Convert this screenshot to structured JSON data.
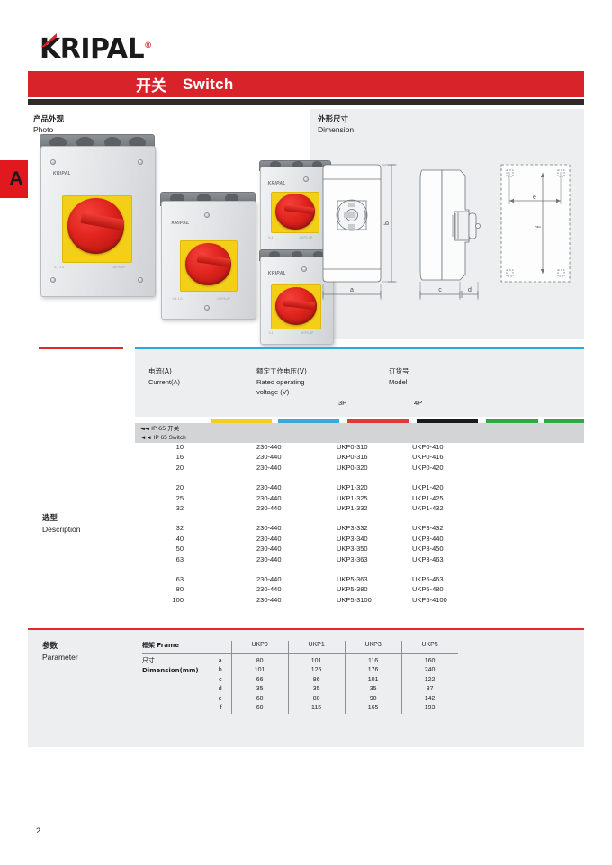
{
  "brand": {
    "name": "KRIPAL",
    "registered": "®"
  },
  "banner": {
    "title_cn": "开关",
    "title_en": "Switch"
  },
  "side_tab": {
    "label": "A"
  },
  "sections": {
    "photo": {
      "cn": "产品外观",
      "en": "Photo"
    },
    "dimension": {
      "cn": "外形尺寸",
      "en": "Dimension"
    },
    "description": {
      "cn": "选型",
      "en": "Description"
    },
    "parameter": {
      "cn": "参数",
      "en": "Parameter"
    }
  },
  "spec_table": {
    "headers": {
      "current_cn": "电流(A)",
      "current_en": "Current(A)",
      "voltage_cn": "额定工作电压(V)",
      "voltage_en_1": "Rated operating",
      "voltage_en_2": "voltage (V)",
      "model_cn": "订货号",
      "model_en": "Model",
      "pole_3p": "3P",
      "pole_4p": "4P"
    },
    "ip_band": {
      "cn": "◄◄ IP 65 开关",
      "en": "◄◄ IP 65 Switch"
    },
    "color_segments": [
      "#f2d022",
      "#3ba7e0",
      "#e03a3c",
      "#1a1a1a",
      "#2aa84a",
      "#2aa84a"
    ],
    "groups": [
      {
        "rows": [
          {
            "current": "10",
            "voltage": "230-440",
            "model_3p": "UKP0-310",
            "model_4p": "UKP0-410"
          },
          {
            "current": "16",
            "voltage": "230-440",
            "model_3p": "UKP0-316",
            "model_4p": "UKP0-416"
          },
          {
            "current": "20",
            "voltage": "230-440",
            "model_3p": "UKP0-320",
            "model_4p": "UKP0-420"
          }
        ]
      },
      {
        "rows": [
          {
            "current": "20",
            "voltage": "230-440",
            "model_3p": "UKP1-320",
            "model_4p": "UKP1-420"
          },
          {
            "current": "25",
            "voltage": "230-440",
            "model_3p": "UKP1-325",
            "model_4p": "UKP1-425"
          },
          {
            "current": "32",
            "voltage": "230-440",
            "model_3p": "UKP1-332",
            "model_4p": "UKP1-432"
          }
        ]
      },
      {
        "rows": [
          {
            "current": "32",
            "voltage": "230-440",
            "model_3p": "UKP3-332",
            "model_4p": "UKP3-432"
          },
          {
            "current": "40",
            "voltage": "230-440",
            "model_3p": "UKP3-340",
            "model_4p": "UKP3-440"
          },
          {
            "current": "50",
            "voltage": "230-440",
            "model_3p": "UKP3-350",
            "model_4p": "UKP3-450"
          },
          {
            "current": "63",
            "voltage": "230-440",
            "model_3p": "UKP3-363",
            "model_4p": "UKP3-463"
          }
        ]
      },
      {
        "rows": [
          {
            "current": "63",
            "voltage": "230-440",
            "model_3p": "UKP5-363",
            "model_4p": "UKP5-463"
          },
          {
            "current": "80",
            "voltage": "230-440",
            "model_3p": "UKP5-380",
            "model_4p": "UKP5-480"
          },
          {
            "current": "100",
            "voltage": "230-440",
            "model_3p": "UKP5-3100",
            "model_4p": "UKP5-4100"
          }
        ]
      }
    ]
  },
  "param_table": {
    "frame_label_cn": "框架",
    "frame_label_en": "Frame",
    "dim_label_cn": "尺寸",
    "dim_label_en": "Dimension(mm)",
    "frames": [
      "UKP0",
      "UKP1",
      "UKP3",
      "UKP5"
    ],
    "dim_rows": [
      {
        "letter": "a",
        "values": [
          "80",
          "101",
          "116",
          "160"
        ]
      },
      {
        "letter": "b",
        "values": [
          "101",
          "126",
          "176",
          "240"
        ]
      },
      {
        "letter": "c",
        "values": [
          "66",
          "86",
          "101",
          "122"
        ]
      },
      {
        "letter": "d",
        "values": [
          "35",
          "35",
          "35",
          "37"
        ]
      },
      {
        "letter": "e",
        "values": [
          "60",
          "80",
          "90",
          "142"
        ]
      },
      {
        "letter": "f",
        "values": [
          "60",
          "115",
          "165",
          "193"
        ]
      }
    ]
  },
  "drawings": {
    "front_width_label": "a",
    "front_height_label": "b",
    "side_depth_label": "c",
    "side_flange_label": "d",
    "mount_width_label": "e",
    "mount_height_label": "f"
  },
  "footer": {
    "page_number": "2"
  },
  "colors": {
    "brand_red": "#d8232a",
    "accent_blue": "#29aae1",
    "panel_grey": "#eceef0"
  }
}
